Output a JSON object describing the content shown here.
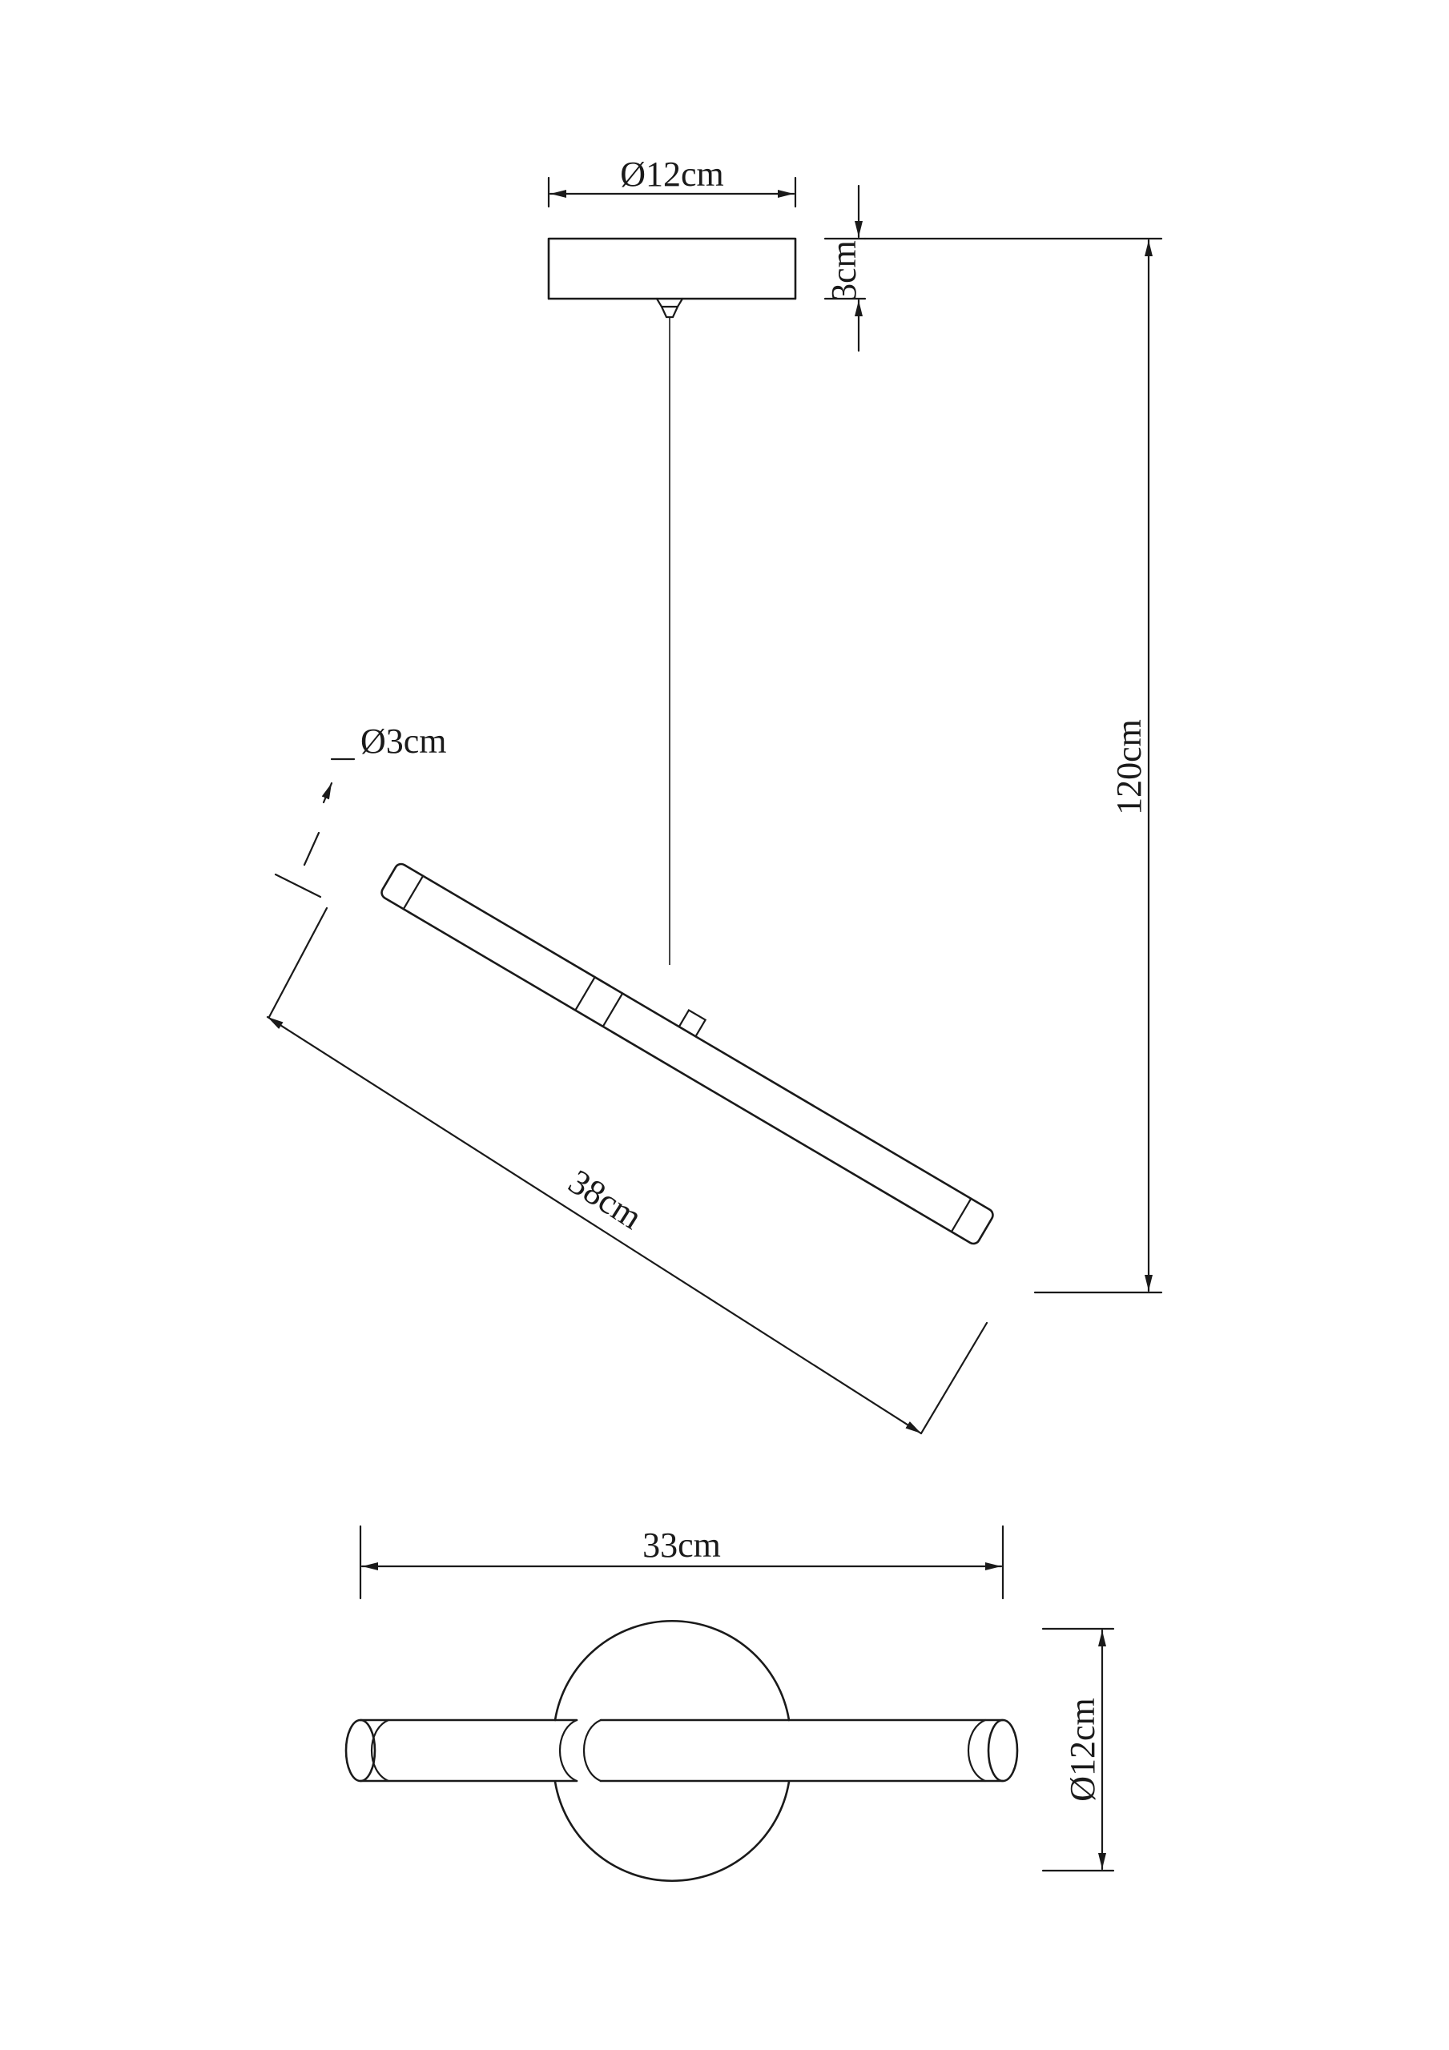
{
  "dimensions": {
    "canopy_diameter": "Ø12cm",
    "canopy_height": "3cm",
    "total_height": "120cm",
    "tube_diameter": "Ø3cm",
    "tube_length": "38cm",
    "top_width": "33cm",
    "top_view_diameter": "Ø12cm"
  },
  "colors": {
    "line": "#1a1a1a",
    "background": "#ffffff"
  }
}
